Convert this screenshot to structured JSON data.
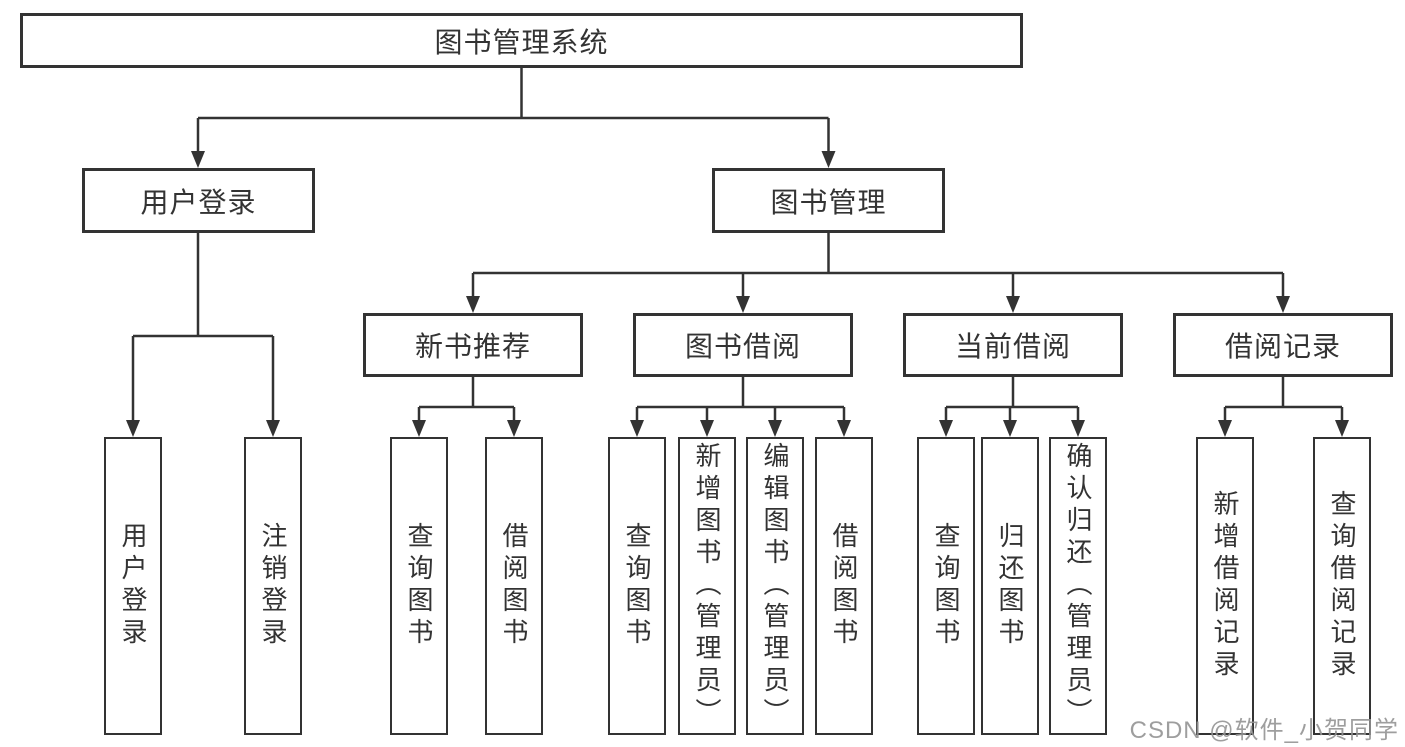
{
  "tree": {
    "root": "图书管理系统",
    "level2": [
      {
        "label": "用户登录",
        "leaves": [
          "用户登录",
          "注销登录"
        ]
      },
      {
        "label": "图书管理",
        "sections": [
          {
            "label": "新书推荐",
            "leaves": [
              "查询图书",
              "借阅图书"
            ]
          },
          {
            "label": "图书借阅",
            "leaves": [
              "查询图书",
              "新增图书（管理员）",
              "编辑图书（管理员）",
              "借阅图书"
            ]
          },
          {
            "label": "当前借阅",
            "leaves": [
              "查询图书",
              "归还图书",
              "确认归还（管理员）"
            ]
          },
          {
            "label": "借阅记录",
            "leaves": [
              "新增借阅记录",
              "查询借阅记录"
            ]
          }
        ]
      }
    ]
  },
  "watermark": "CSDN @软件_小贺同学",
  "colors": {
    "line": "#333333",
    "box_border": "#333333",
    "box_fill": "#ffffff",
    "text": "#333333",
    "watermark": "#949494"
  }
}
